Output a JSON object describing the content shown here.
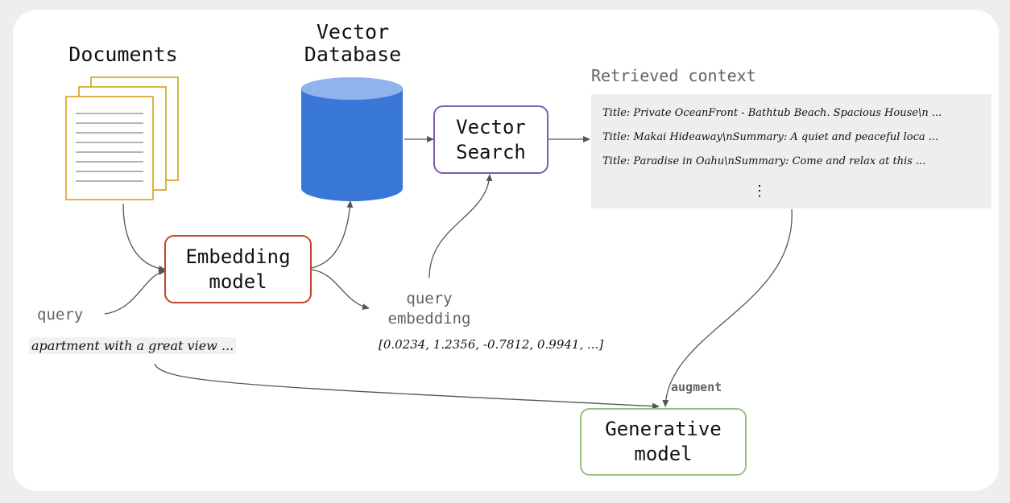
{
  "documents": {
    "title": "Documents"
  },
  "vector_database": {
    "title_line1": "Vector",
    "title_line2": "Database"
  },
  "vector_search": {
    "line1": "Vector",
    "line2": "Search"
  },
  "embedding_model": {
    "line1": "Embedding",
    "line2": "model"
  },
  "generative_model": {
    "line1": "Generative",
    "line2": "model"
  },
  "retrieved_context": {
    "title": "Retrieved context",
    "lines": [
      "Title: Private OceanFront - Bathtub Beach. Spacious House\\n ...",
      "Title: Makai Hideaway\\nSummary: A quiet and peaceful loca ...",
      "Title: Paradise in Oahu\\nSummary: Come and relax at this ..."
    ],
    "ellipsis": "⋮"
  },
  "query": {
    "label": "query",
    "text": "apartment with a great view ..."
  },
  "query_embedding": {
    "line1": "query",
    "line2": "embedding",
    "vector": "[0.0234, 1.2356, -0.7812, 0.9941, ...]"
  },
  "augment_label": "augment",
  "colors": {
    "documents_border": "#d4a017",
    "cylinder_body": "#3a78d8",
    "cylinder_top": "#8fb3ea",
    "vector_search_border": "#7b5cb0",
    "embedding_border": "#c5432f",
    "generative_border": "#93c47d",
    "arrow": "#555555"
  }
}
